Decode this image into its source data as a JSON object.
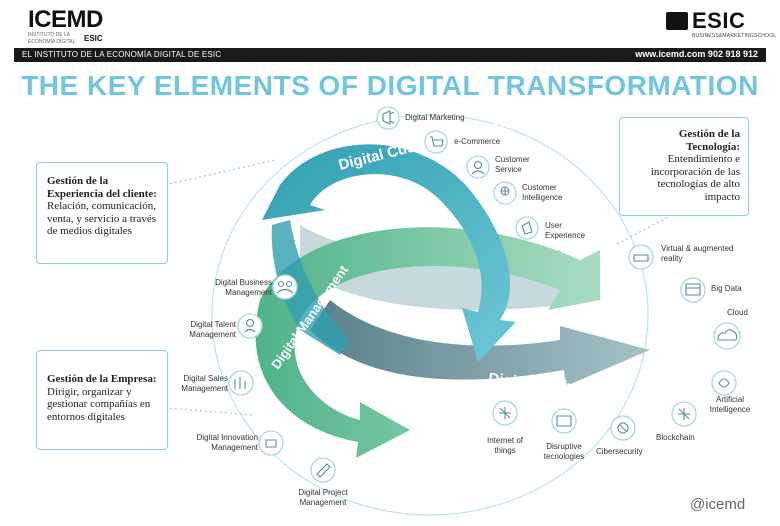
{
  "header": {
    "icemd_logo": "ICEMD",
    "icemd_sub": "INSTITUTO DE LA ECONOMÍA DIGITAL",
    "icemd_esic": "ESIC",
    "esic_logo": "ESIC",
    "esic_sub": "BUSINESS&MARKETINGSCHOOL",
    "band_left": "EL INSTITUTO DE LA ECONOMÍA DIGITAL DE ESIC",
    "band_right": "www.icemd.com  902 918 912"
  },
  "title": "THE KEY ELEMENTS OF DIGITAL TRANSFORMATION",
  "cards": {
    "experience": {
      "heading": "Gestión de la Experiencia del cliente:",
      "body": "Relación, comunicación, venta, y servicio a través de medios digitales"
    },
    "technology": {
      "heading": "Gestión de la Tecnología:",
      "body": "Entendimiento e incorporación de las tecnologías de alto impacto"
    },
    "company": {
      "heading": "Gestión de la Empresa:",
      "body": "Dirigir, organizar y gestionar compañías en entornos digitales"
    }
  },
  "loops": {
    "customer_experience": "Digital Customer Experience",
    "management": "Digital Management",
    "technology": "Digital Technology"
  },
  "nodes": {
    "digital_marketing": "Digital Marketing",
    "ecommerce": "e-Commerce",
    "customer_service": "Customer Service",
    "customer_intelligence": "Customer Intelligence",
    "user_experience": "User Experience",
    "virtual_reality": "Virtual & augmented reality",
    "big_data": "Big Data",
    "cloud": "Cloud",
    "ai": "Artificial Intelligence",
    "blockchain": "Blockchain",
    "cybersecurity": "Cibersecurity",
    "disruptive": "Disruptive tecnologies",
    "iot": "Internet of things",
    "project": "Digital Project Management",
    "innovation": "Digital Innovation Management",
    "sales": "Digital Sales Management",
    "talent": "Digital Talent Management",
    "business": "Digital Business Management"
  },
  "handle": "@icemd",
  "colors": {
    "title": "#6fc6de",
    "experience_loop": "#3aa8b8",
    "management_loop": "#79c89a",
    "technology_loop": "#6f9aa6"
  }
}
